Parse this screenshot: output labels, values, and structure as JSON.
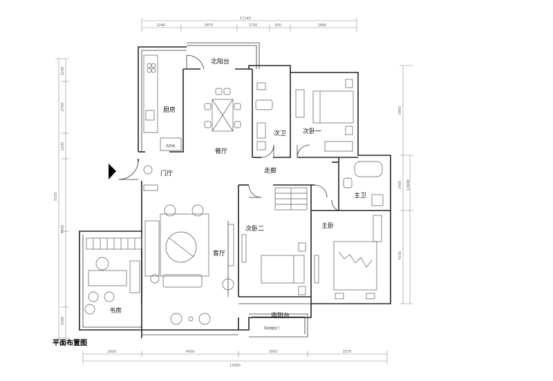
{
  "plan_title": "平面布置图",
  "rooms": {
    "north_balcony": "北阳台",
    "kitchen": "厨房",
    "dining": "餐厅",
    "second_bath": "次卫",
    "second_bed_1": "次卧一",
    "foyer": "门厅",
    "corridor": "走廊",
    "master_bath": "主卫",
    "master_bed": "主卧",
    "second_bed_2": "次卧二",
    "living": "客厅",
    "study": "书房",
    "south_balcony": "南阳台"
  },
  "small_labels": {
    "kitchen_appliance": "洗衣机",
    "balcony_note": "阳台推拉门"
  },
  "dims_top": {
    "overall": "11140",
    "d1": "2040",
    "d2": "2870",
    "d3": "1700",
    "d4": "300",
    "d5": "2890"
  },
  "dims_bottom": {
    "overall": "13080",
    "d1": "2600",
    "d2": "4450",
    "d3": "3050",
    "d4": "3370"
  },
  "dims_left": {
    "d1": "1200",
    "d2": "2700",
    "d3": "1200",
    "d4": "3320",
    "d5": "4400",
    "d6": "1500"
  },
  "dims_right": {
    "d1": "3950",
    "d2": "2400",
    "d3": "13690",
    "d4": "4150"
  }
}
